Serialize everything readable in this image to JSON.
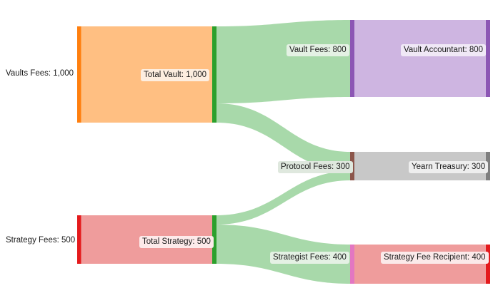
{
  "title": "Fee Flow Sankey Diagram",
  "chart_data": {
    "type": "sankey",
    "title": "",
    "xlabel": "",
    "ylabel": "",
    "units": "",
    "nodes": [
      {
        "id": "vaults_fees",
        "label": "Vaults Fees",
        "value": 1000,
        "display": "Vaults Fees: 1,000",
        "column": 0,
        "color": "#ff7f0e"
      },
      {
        "id": "strategy_fees",
        "label": "Strategy Fees",
        "value": 500,
        "display": "Strategy Fees: 500",
        "column": 0,
        "color": "#e41a1c"
      },
      {
        "id": "total_vault",
        "label": "Total Vault",
        "value": 1000,
        "display": "Total Vault: 1,000",
        "column": 1,
        "color": "#2ca02c"
      },
      {
        "id": "total_strategy",
        "label": "Total Strategy",
        "value": 500,
        "display": "Total Strategy: 500",
        "column": 1,
        "color": "#2ca02c"
      },
      {
        "id": "vault_fees",
        "label": "Vault Fees",
        "value": 800,
        "display": "Vault Fees: 800",
        "column": 2,
        "color": "#8c56b4"
      },
      {
        "id": "protocol_fees",
        "label": "Protocol Fees",
        "value": 300,
        "display": "Protocol Fees: 300",
        "column": 2,
        "color": "#8c564b"
      },
      {
        "id": "strategist_fees",
        "label": "Strategist Fees",
        "value": 400,
        "display": "Strategist Fees: 400",
        "column": 2,
        "color": "#e377c2"
      },
      {
        "id": "vault_accountant",
        "label": "Vault Accountant",
        "value": 800,
        "display": "Vault Accountant: 800",
        "column": 3,
        "color": "#8c56b4"
      },
      {
        "id": "yearn_treasury",
        "label": "Yearn Treasury",
        "value": 300,
        "display": "Yearn Treasury: 300",
        "column": 3,
        "color": "#7f7f7f"
      },
      {
        "id": "strategy_fee_recipient",
        "label": "Strategy Fee Recipient",
        "value": 400,
        "display": "Strategy Fee Recipient: 400",
        "column": 3,
        "color": "#e41a1c"
      }
    ],
    "links": [
      {
        "source": "vaults_fees",
        "target": "total_vault",
        "value": 1000,
        "color": "#ffbe80"
      },
      {
        "source": "strategy_fees",
        "target": "total_strategy",
        "value": 500,
        "color": "#ef9a9a"
      },
      {
        "source": "total_vault",
        "target": "vault_fees",
        "value": 800,
        "color": "#a6d8a8"
      },
      {
        "source": "total_vault",
        "target": "protocol_fees",
        "value": 200,
        "color": "#a6d8a8"
      },
      {
        "source": "total_strategy",
        "target": "protocol_fees",
        "value": 100,
        "color": "#a6d8a8"
      },
      {
        "source": "total_strategy",
        "target": "strategist_fees",
        "value": 400,
        "color": "#a6d8a8"
      },
      {
        "source": "vault_fees",
        "target": "vault_accountant",
        "value": 800,
        "color": "#cdb4e0"
      },
      {
        "source": "protocol_fees",
        "target": "yearn_treasury",
        "value": 300,
        "color": "#c7c7c7"
      },
      {
        "source": "strategist_fees",
        "target": "strategy_fee_recipient",
        "value": 400,
        "color": "#ef9a9a"
      }
    ]
  },
  "labels": {
    "vaults_fees": "Vaults Fees: 1,000",
    "total_vault": "Total Vault: 1,000",
    "vault_fees": "Vault Fees: 800",
    "vault_accountant": "Vault Accountant: 800",
    "protocol_fees": "Protocol Fees: 300",
    "yearn_treasury": "Yearn Treasury: 300",
    "strategy_fees": "Strategy Fees: 500",
    "total_strategy": "Total Strategy: 500",
    "strategist_fees": "Strategist Fees: 400",
    "strategy_fee_recipient": "Strategy Fee Recipient: 400"
  }
}
